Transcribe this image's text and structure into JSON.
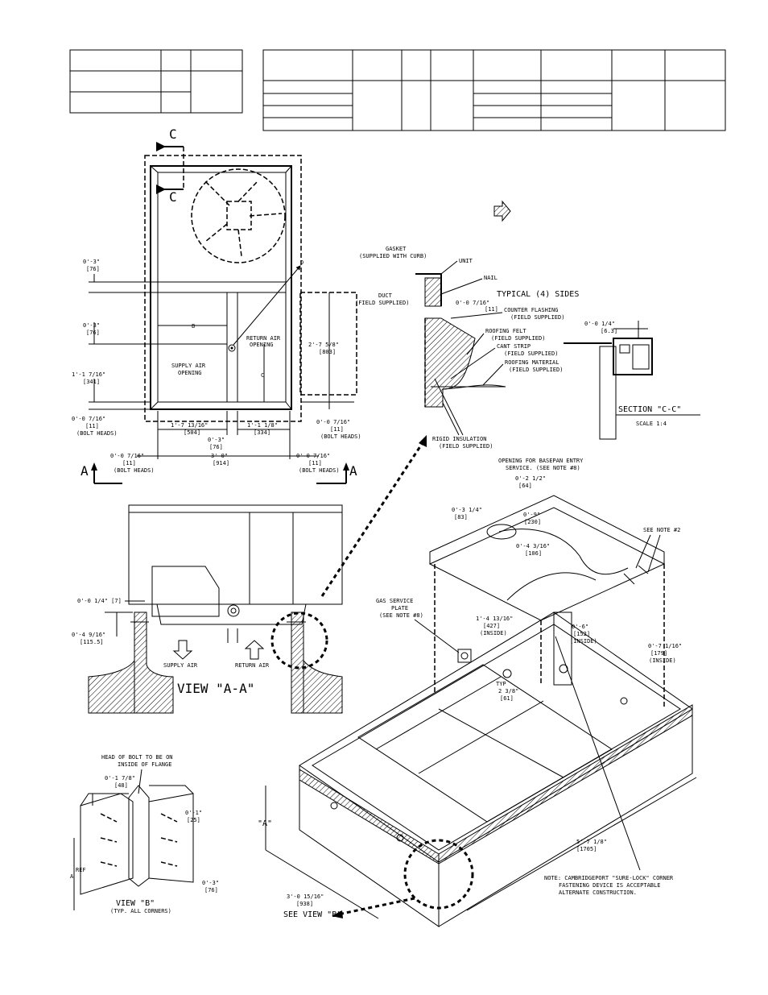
{
  "labels": {
    "c_top": "C",
    "c_bottom": "C",
    "point_d": "D",
    "dim_b": "B",
    "dim_c": "C",
    "return_air_opening": [
      "RETURN AIR",
      "OPENING"
    ],
    "supply_air_opening": [
      "SUPPLY AIR",
      "OPENING"
    ],
    "gasket": [
      "GASKET",
      "(SUPPLIED WITH CURB)"
    ],
    "unit": "UNIT",
    "nail": "NAIL",
    "typical_sides": "TYPICAL (4) SIDES",
    "duct": [
      "DUCT",
      "(FIELD SUPPLIED)"
    ],
    "counter_flashing": [
      "COUNTER FLASHING",
      "(FIELD SUPPLIED)"
    ],
    "roofing_felt": [
      "ROOFING FELT",
      "(FIELD SUPPLIED)"
    ],
    "cant_strip": [
      "CANT STRIP",
      "(FIELD SUPPLIED)"
    ],
    "roofing_material": [
      "ROOFING MATERIAL",
      "(FIELD SUPPLIED)"
    ],
    "rigid_insulation": [
      "RIGID INSULATION",
      "(FIELD SUPPLIED)"
    ],
    "section_cc": "SECTION \"C-C\"",
    "scale": "SCALE 1:4",
    "view_a_left": "A",
    "view_a_right": "A",
    "view_aa": "VIEW \"A-A\"",
    "supply_air": "SUPPLY AIR",
    "return_air": "RETURN AIR",
    "basepan_opening": [
      "OPENING FOR BASEPAN ENTRY",
      "SERVICE. (SEE NOTE #8)"
    ],
    "see_note_2": "SEE NOTE #2",
    "gas_service_plate": [
      "GAS SERVICE",
      "PLATE",
      "(SEE NOTE #8)"
    ],
    "bolt_head_note": [
      "HEAD OF BOLT TO BE ON",
      "INSIDE OF FLANGE"
    ],
    "ref": [
      "A",
      "REF"
    ],
    "view_b": "VIEW \"B\"",
    "view_b_sub": "(TYP. ALL CORNERS)",
    "dim_a_quoted": "\"A\"",
    "see_view_b": "SEE VIEW \"B\"",
    "note": [
      "NOTE: CAMBRIDGEPORT \"SURE-LOCK\" CORNER",
      "FASTENING DEVICE IS ACCEPTABLE",
      "ALTERNATE CONSTRUCTION."
    ]
  },
  "dimensions": {
    "d_0_3_a": [
      "0'-3\"",
      "[76]"
    ],
    "d_0_3_b": [
      "0'-3\"",
      "[76]"
    ],
    "d_1_1_7_16": [
      "1'-1 7/16\"",
      "[341]"
    ],
    "d_0_0_7_16_left": [
      "0'-0 7/16\"",
      "[11]",
      "(BOLT HEADS)"
    ],
    "d_2_7_5_8": [
      "2'-7 5/8\"",
      "[803]"
    ],
    "d_0_0_7_16_right": [
      "0'-0 7/16\"",
      "[11]",
      "(BOLT HEADS)"
    ],
    "d_1_7_13_16": [
      "1'-7 13/16\"",
      "[504]"
    ],
    "d_1_1_1_8": [
      "1'-1 1/8\"",
      "[334]"
    ],
    "d_0_3_c": [
      "0'-3\"",
      "[76]"
    ],
    "d_3_0": [
      "3'-0\"",
      "[914]"
    ],
    "d_0_0_7_16_bl": [
      "0'-0 7/16\"",
      "[11]",
      "(BOLT HEADS)"
    ],
    "d_0_0_7_16_br": [
      "0'-0 7/16\"",
      "[11]",
      "(BOLT HEADS)"
    ],
    "d_0_0_7_16_gasket": [
      "0'-0 7/16\"",
      "[11]"
    ],
    "d_0_0_1_4_sec": [
      "0'-0 1/4\"",
      "[6.3]"
    ],
    "d_0_0_1_4_view": "0'-0 1/4\" [7]",
    "d_0_4_9_16": [
      "0'-4 9/16\"",
      "[115.5]"
    ],
    "d_0_2_1_2": [
      "0'-2 1/2\"",
      "[64]"
    ],
    "d_0_3_1_4": [
      "0'-3 1/4\"",
      "[83]"
    ],
    "d_0_9": [
      "0'-9\"",
      "[230]"
    ],
    "d_0_4_3_16": [
      "0'-4 3/16\"",
      "[106]"
    ],
    "d_1_4_13_16": [
      "1'-4 13/16\"",
      "[427]",
      "(INSIDE)"
    ],
    "d_0_6": [
      "0'-6\"",
      "[152]",
      "(INSIDE)"
    ],
    "d_0_7_1_16": [
      "0'-7 1/16\"",
      "[179]",
      "(INSIDE)"
    ],
    "d_typ_2_3_8": [
      "TYP",
      "2 3/8\"",
      "[61]"
    ],
    "d_0_1_7_8": [
      "0'-1 7/8\"",
      "[48]"
    ],
    "d_0_1": [
      "0'-1\"",
      "[25]"
    ],
    "d_0_3_vb": [
      "0'-3\"",
      "[76]"
    ],
    "d_5_7_1_8": [
      "5'-7 1/8\"",
      "[1705]"
    ],
    "d_3_0_15_16": [
      "3'-0 15/16\"",
      "[938]"
    ]
  }
}
